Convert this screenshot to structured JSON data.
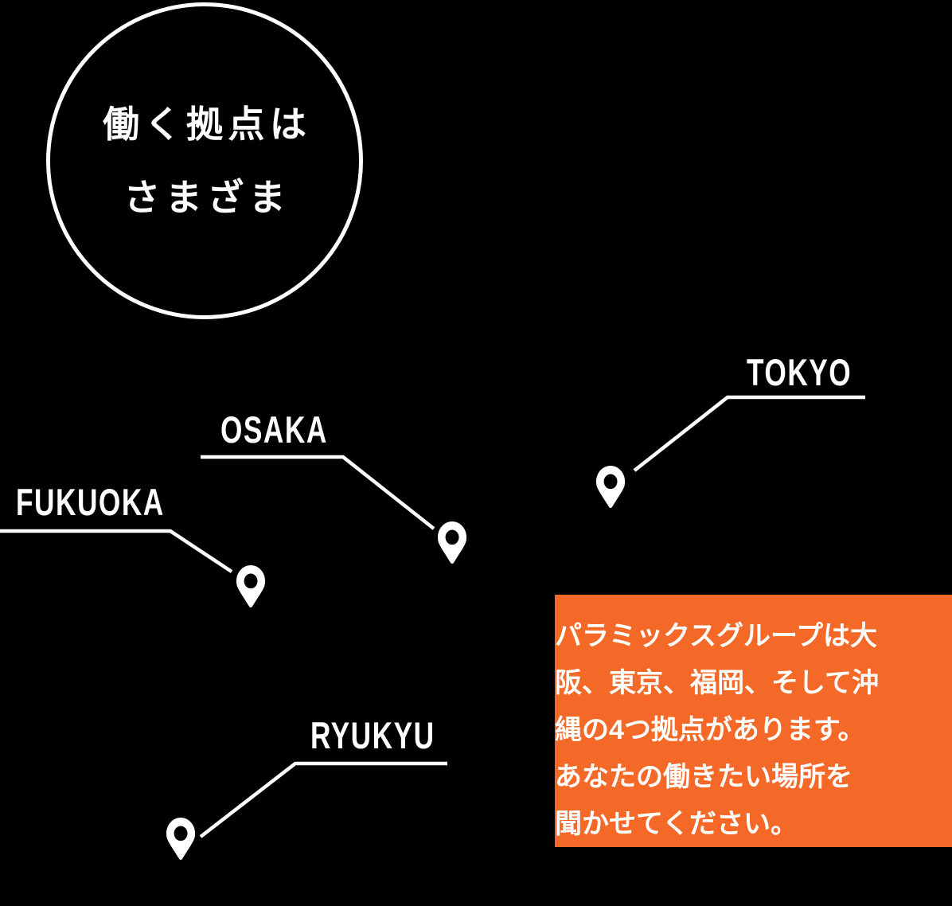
{
  "badge": {
    "line1": "働く拠点は",
    "line2": "さまざま"
  },
  "locations": [
    {
      "label": "TOKYO",
      "icon": "map-pin"
    },
    {
      "label": "OSAKA",
      "icon": "map-pin"
    },
    {
      "label": "FUKUOKA",
      "icon": "map-pin"
    },
    {
      "label": "RYUKYU",
      "icon": "map-pin"
    }
  ],
  "description": {
    "lines": [
      "パラミックスグループは大",
      "阪、東京、福岡、そして沖",
      "縄の4つ拠点があります。",
      "あなたの働きたい場所を",
      "聞かせてください。"
    ],
    "full_text": "パラミックスグループは大阪、東京、福岡、そして沖縄の4つ拠点があります。あなたの働きたい場所を聞かせてください。"
  },
  "colors": {
    "background": "#000000",
    "foreground": "#FFFFFF",
    "accent": "#F56928"
  }
}
